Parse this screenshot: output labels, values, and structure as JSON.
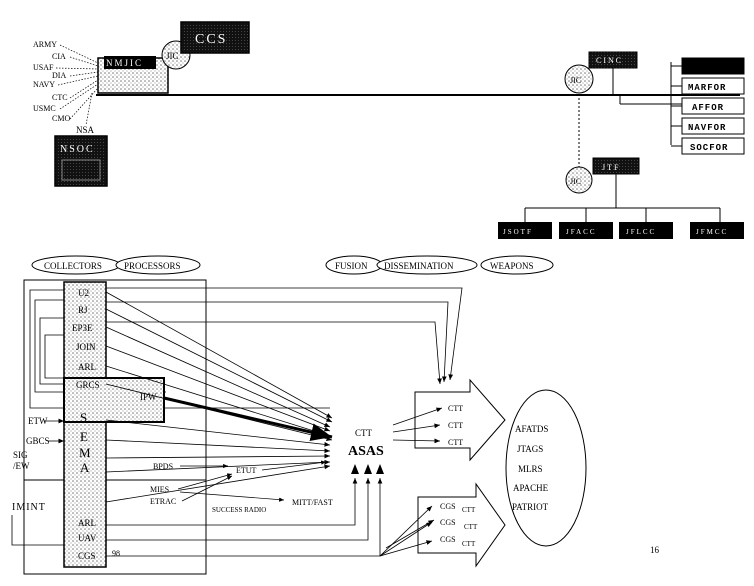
{
  "top": {
    "agencies": [
      "ARMY",
      "CIA",
      "USAF",
      "DIA",
      "NAVY",
      "CTC",
      "USMC",
      "CMO"
    ],
    "nsa": "NSA",
    "nmcc": "NMJIC",
    "ccs": "CCS",
    "jtf_circle": "JIC",
    "cinc": "CINC",
    "jtf_box": "JTF",
    "components": [
      "MARFOR",
      "AFFOR",
      "NAVFOR",
      "SOCFOR"
    ],
    "subordinates": [
      "JSOTF",
      "JFACC",
      "JFLCC",
      "JFMCC"
    ]
  },
  "bottom": {
    "ovals_left": [
      "COLLECTORS",
      "PROCESSORS"
    ],
    "ovals_right": [
      "FUSION",
      "DISSEMINATION",
      "WEAPONS"
    ],
    "sensors": [
      "U2",
      "RJ",
      "EP3E",
      "JOIN",
      "ARL",
      "GRCS",
      "IPW"
    ],
    "semma": [
      "S",
      "E",
      "M",
      "A"
    ],
    "lower_sensors": [
      "ARL",
      "UAV",
      "CGS"
    ],
    "ew": [
      "ETW",
      "GBCS"
    ],
    "sigew": [
      "SIG",
      "/EW"
    ],
    "imint": "IMINT",
    "n98": "98",
    "mid": [
      "BPDS",
      "ETUT",
      "MIES",
      "ETRAC",
      "SUCCESS RADIO",
      "MITT/FAST"
    ],
    "asas_ctt": "CTT",
    "asas": "ASAS",
    "ctt": [
      "CTT",
      "CTT",
      "CTT"
    ],
    "cgs": [
      "CGS",
      "CGS",
      "CGS"
    ],
    "cgs_ctt": [
      "CTT",
      "CTT",
      "CTT"
    ],
    "weapons": [
      "AFATDS",
      "JTAGS",
      "MLRS",
      "APACHE",
      "PATRIOT"
    ],
    "page_number": "16"
  }
}
